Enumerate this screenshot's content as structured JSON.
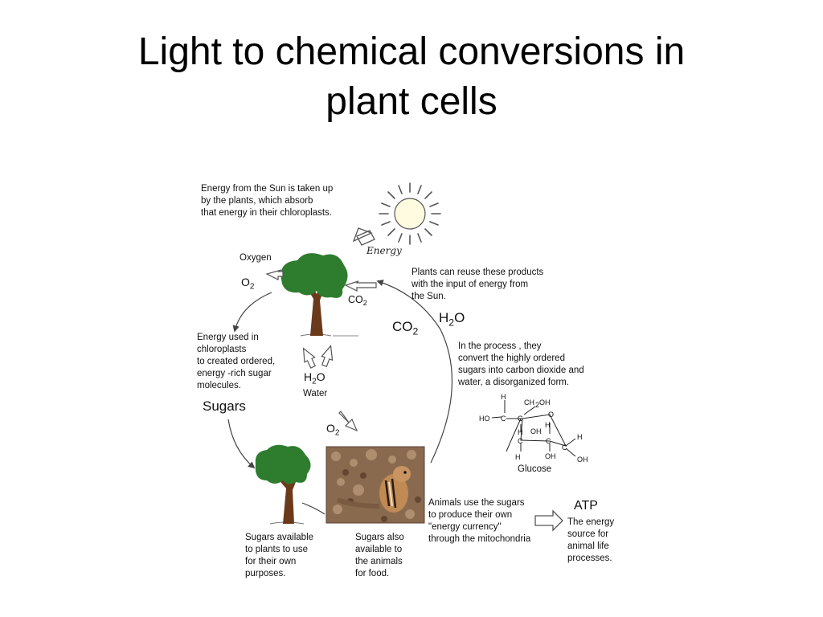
{
  "title": {
    "line1": "Light to chemical conversions in",
    "line2": "plant cells"
  },
  "sun_caption": [
    "Energy from the Sun is taken up",
    "by the plants, which absorb",
    "that energy in their chloroplasts."
  ],
  "energy_label": "Energy",
  "oxygen_label": "Oxygen",
  "o2_symbol": {
    "base": "O",
    "sub": "2"
  },
  "co2_tree_symbol": {
    "base": "CO",
    "sub": "2"
  },
  "reuse_caption": [
    "Plants can reuse these products",
    "with the input of energy from",
    "the Sun."
  ],
  "co2_large": {
    "base": "CO",
    "sub": "2"
  },
  "h2o_large": {
    "base": "H",
    "sub": "2",
    "tail": "O"
  },
  "chloroplast_caption": [
    "Energy used in",
    "chloroplasts",
    "to created ordered,",
    "energy -rich sugar",
    "molecules."
  ],
  "water_symbol": {
    "base": "H",
    "sub": "2",
    "tail": "O"
  },
  "water_label": "Water",
  "process_caption": [
    "In the process , they",
    "convert the highly ordered",
    "sugars into carbon dioxide and",
    "water, a disorganized form."
  ],
  "sugars_label": "Sugars",
  "o2_small": {
    "base": "O",
    "sub": "2"
  },
  "glucose_label": "Glucose",
  "animals_caption": [
    "Animals use the sugars",
    "to produce their own",
    " \"energy currency\"",
    "through the mitochondria"
  ],
  "atp_label": "ATP",
  "atp_caption": [
    "The energy",
    "source for",
    "animal life",
    "processes."
  ],
  "plants_sugars_caption": [
    "Sugars available",
    "to plants to use",
    "for their own",
    "purposes."
  ],
  "animals_food_caption": [
    "Sugars also",
    "available to",
    "the animals",
    "for food."
  ],
  "colors": {
    "foliage": "#2e7d2e",
    "trunk": "#6b3a1a",
    "sun": "#fffbe0",
    "arrow": "#444444"
  }
}
